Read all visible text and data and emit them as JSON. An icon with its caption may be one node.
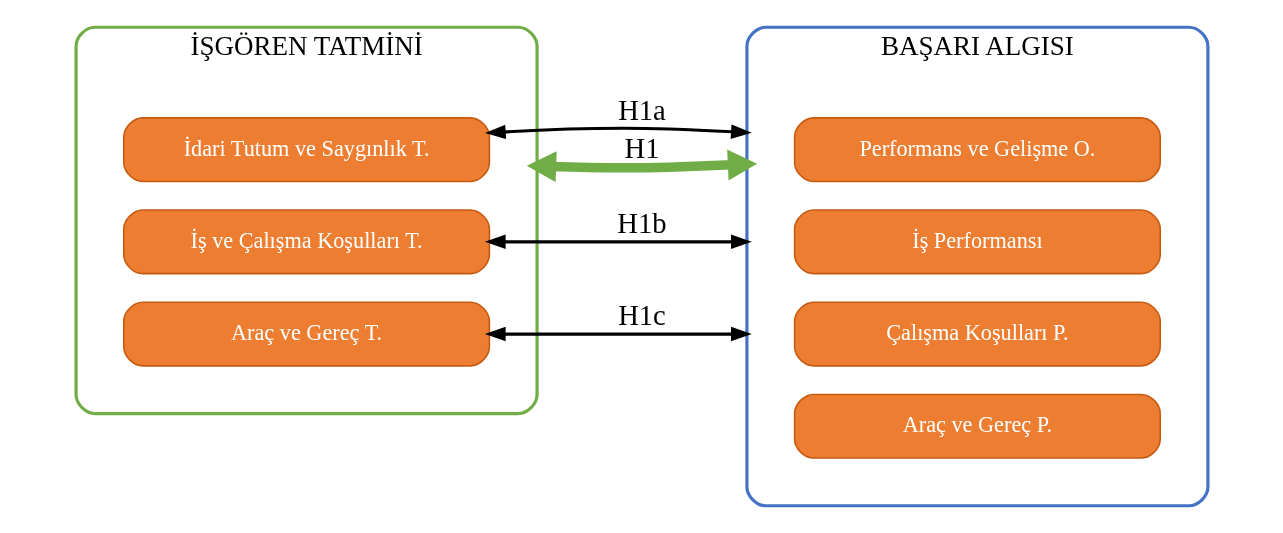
{
  "diagram": {
    "nodes": [
      {
        "text": [
          "İŞGÖREN TATMİNİ"
        ]
      },
      {
        "text": [
          "İdari Tutum ve Saygınlık T."
        ],
        "in": 0
      },
      {
        "text": [
          "İş ve Çalışma Koşulları T."
        ],
        "in": 0
      },
      {
        "text": [
          "Araç ve Gereç T."
        ],
        "in": 0
      },
      {
        "text": [
          "BAŞARI ALGISI"
        ]
      },
      {
        "text": [
          "Performans ve Gelişme O."
        ],
        "in": 4
      },
      {
        "text": [
          "İş Performansı"
        ],
        "in": 4
      },
      {
        "text": [
          "Çalışma Koşulları P."
        ],
        "in": 4
      },
      {
        "text": [
          "Araç ve Gereç P."
        ],
        "in": 4
      }
    ],
    "edges": [
      {
        "from": 1,
        "to": 4,
        "arrow": "both",
        "label": "H1a"
      },
      {
        "from": 2,
        "to": 4,
        "arrow": "both",
        "label": "H1b"
      },
      {
        "from": 0,
        "to": 4,
        "arrow": "both",
        "label": "H1",
        "style": "thick",
        "color": "#70ad47"
      },
      {
        "from": 3,
        "to": 4,
        "arrow": "both",
        "label": "H1c"
      }
    ]
  }
}
